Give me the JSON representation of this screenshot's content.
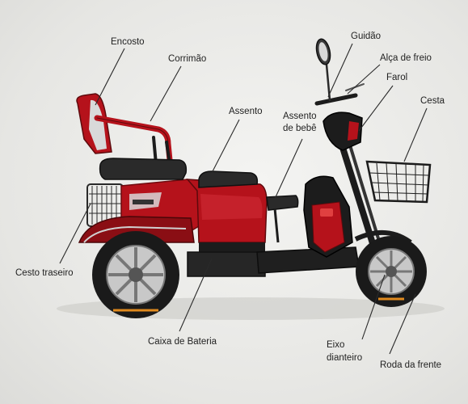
{
  "labels": {
    "encosto": "Encosto",
    "corrimao": "Corrimão",
    "assento": "Assento",
    "assento_bebe_l1": "Assento",
    "assento_bebe_l2": "de bebê",
    "guidao": "Guidão",
    "alca_freio": "Alça de freio",
    "farol": "Farol",
    "cesta": "Cesta",
    "cesto_traseiro": "Cesto traseiro",
    "caixa_bateria": "Caixa de Bateria",
    "eixo_l1": "Eixo",
    "eixo_l2": "dianteiro",
    "roda_frente": "Roda da frente"
  },
  "colors": {
    "body_red": "#b5121b",
    "dark_red": "#7a0c10",
    "black": "#1c1c1c",
    "seat": "#2a2a2a",
    "rim": "#c8c8c8",
    "tire_accent": "#e08a1e"
  }
}
